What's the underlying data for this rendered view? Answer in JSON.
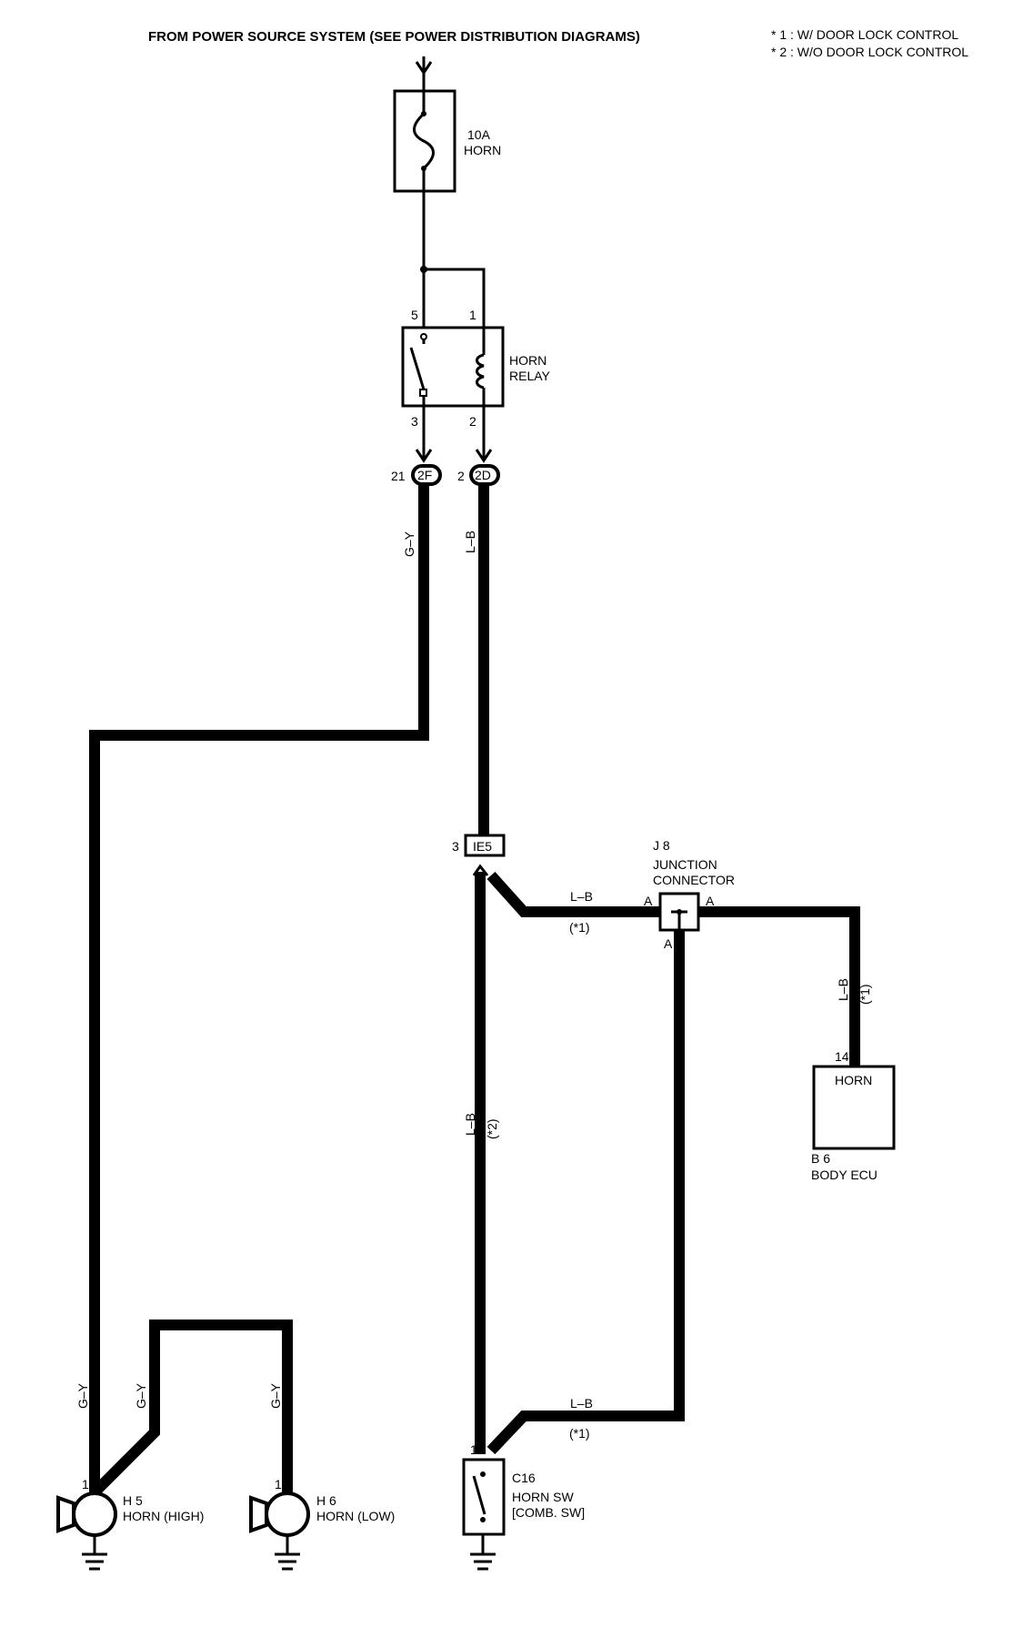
{
  "header": {
    "title": "FROM POWER SOURCE SYSTEM (SEE POWER DISTRIBUTION DIAGRAMS)",
    "note1": "* 1 : W/ DOOR LOCK CONTROL",
    "note2": "* 2 : W/O DOOR LOCK CONTROL"
  },
  "fuse": {
    "rating": "10A",
    "name": "HORN"
  },
  "relay": {
    "line1": "HORN",
    "line2": "RELAY",
    "pin_5": "5",
    "pin_1": "1",
    "pin_3": "3",
    "pin_2": "2"
  },
  "connectors": {
    "c2f": {
      "id": "2F",
      "pin": "21"
    },
    "c2d": {
      "id": "2D",
      "pin": "2"
    },
    "ie5": {
      "id": "IE5",
      "pin": "3"
    }
  },
  "junction": {
    "id": "J 8",
    "line1": "JUNCTION",
    "line2": "CONNECTOR",
    "pin_left": "A",
    "pin_right": "A",
    "pin_bottom": "A"
  },
  "ecu": {
    "label": "HORN",
    "pin": "14",
    "id": "B 6",
    "name": "BODY ECU"
  },
  "horn_high": {
    "id": "H 5",
    "name": "HORN (HIGH)",
    "pin": "1"
  },
  "horn_low": {
    "id": "H 6",
    "name": "HORN (LOW)",
    "pin": "1"
  },
  "horn_sw": {
    "id": "C16",
    "line1": "HORN SW",
    "line2": "[COMB.  SW]",
    "pin": "1"
  },
  "wires": {
    "gy_top": "G–Y",
    "lb_top": "L–B",
    "lb_j8_left": "L–B",
    "lb_j8_left_note": "(*1)",
    "lb_ecu": "L–B",
    "lb_ecu_note": "(*1)",
    "lb_main": "L–B",
    "lb_main_note": "(*2)",
    "lb_sw": "L–B",
    "lb_sw_note": "(*1)",
    "gy_h5": "G–Y",
    "gy_h5_branch": "G–Y",
    "gy_h6": "G–Y"
  }
}
